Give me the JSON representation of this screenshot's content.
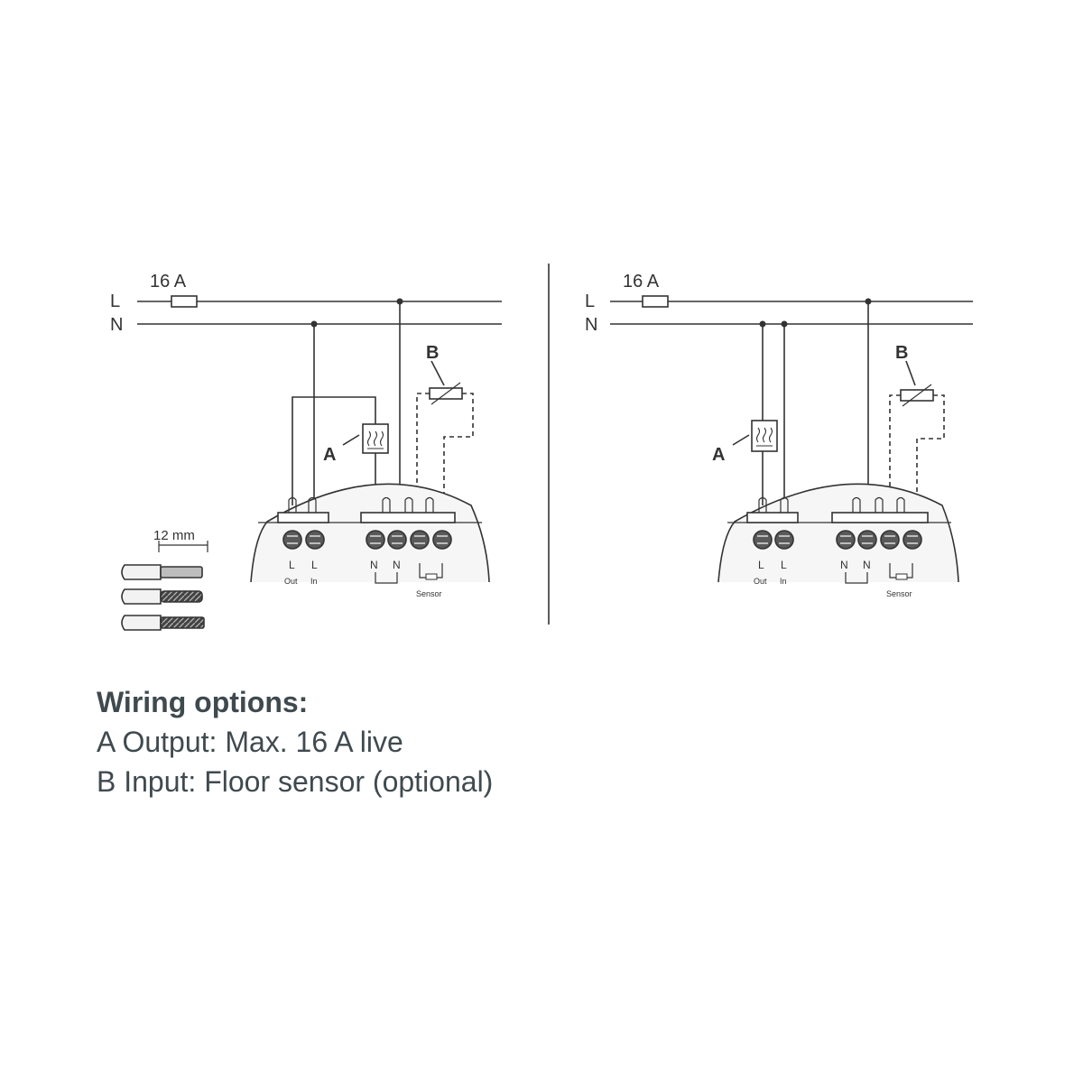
{
  "colors": {
    "line": "#333333",
    "text": "#3f4a4f",
    "terminal": "#555555",
    "housing": "#f5f5f5"
  },
  "labels": {
    "line_L": "L",
    "line_N": "N",
    "fuse": "16 A",
    "marker_A": "A",
    "marker_B": "B",
    "terminal_L": "L",
    "terminal_N": "N",
    "out": "Out",
    "in": "In",
    "sensor": "Sensor",
    "strip_length": "12 mm"
  },
  "icons": {
    "heater": "heating-load-icon",
    "sensor": "thermistor-icon",
    "fuse": "fuse-icon"
  },
  "legend": {
    "title": "Wiring options:",
    "line_a": "A Output: Max. 16 A live",
    "line_b": "B Input: Floor sensor (optional)"
  }
}
